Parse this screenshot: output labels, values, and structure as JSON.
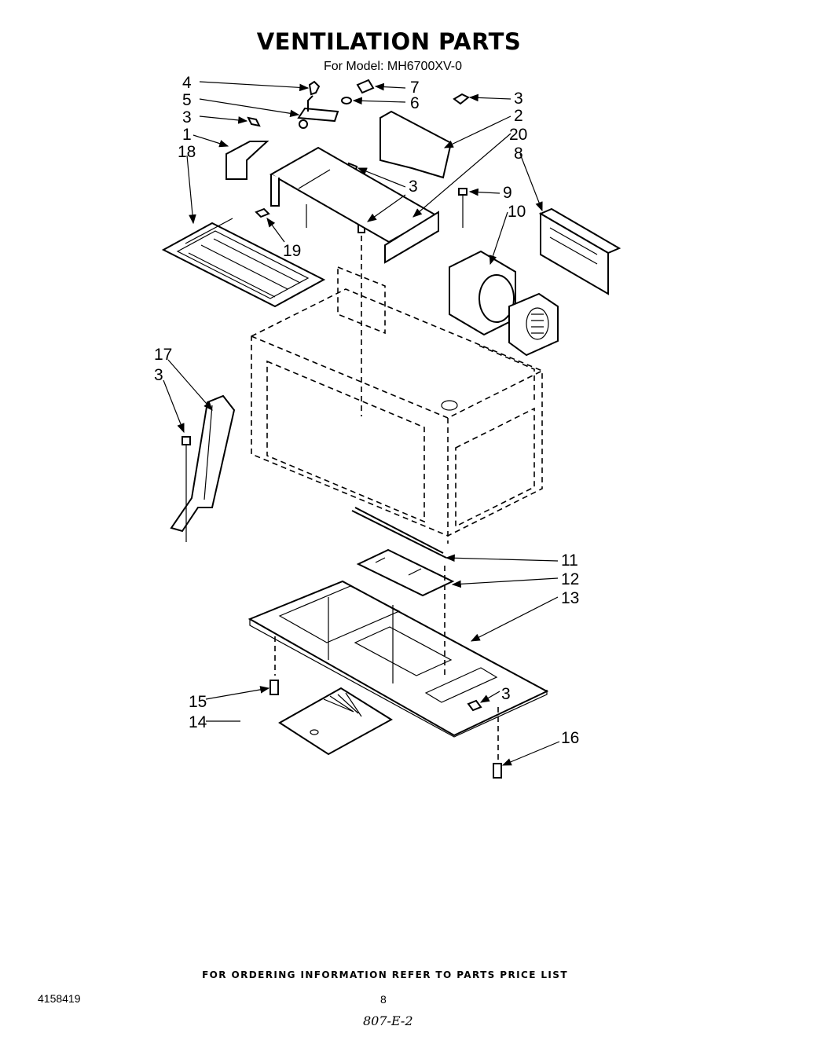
{
  "header": {
    "title": "VENTILATION PARTS",
    "subtitle": "For Model: MH6700XV-0"
  },
  "callouts": {
    "c4": "4",
    "c5": "5",
    "c3a": "3",
    "c1": "1",
    "c18": "18",
    "c7": "7",
    "c6": "6",
    "c3b": "3",
    "c2": "2",
    "c20": "20",
    "c8": "8",
    "c3c": "3",
    "c19": "19",
    "c9": "9",
    "c10": "10",
    "c17": "17",
    "c3d": "3",
    "c11": "11",
    "c12": "12",
    "c13": "13",
    "c3e": "3",
    "c15": "15",
    "c14": "14",
    "c16": "16"
  },
  "footer": {
    "note": "FOR ORDERING INFORMATION REFER TO PARTS PRICE LIST",
    "doc_number": "4158419",
    "page_number": "8",
    "handwritten": "807-E-2"
  }
}
